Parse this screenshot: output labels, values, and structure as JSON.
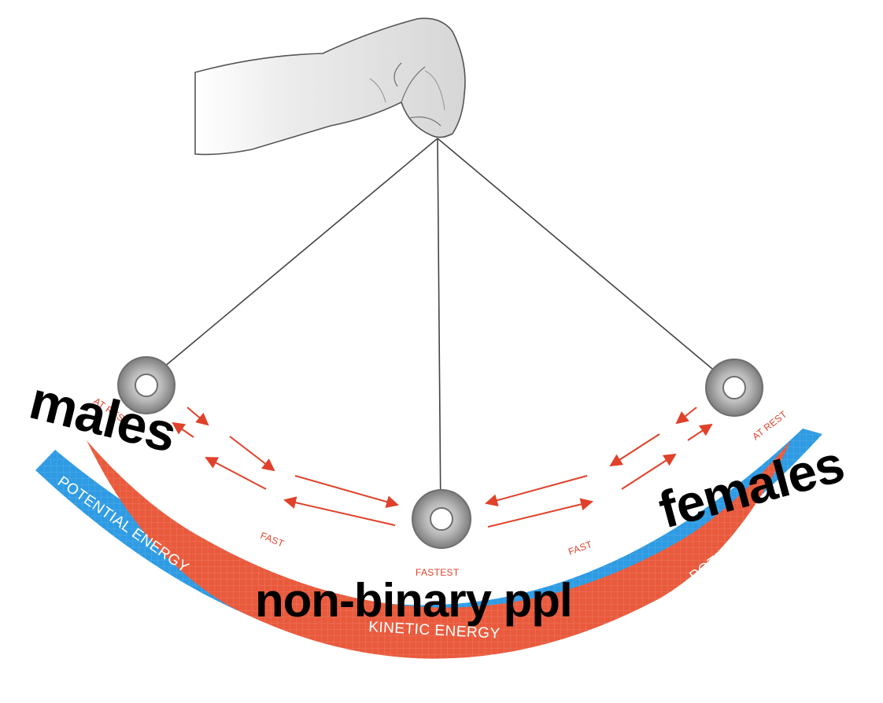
{
  "meme_labels": {
    "left": "males",
    "center": "non-binary ppl",
    "right": "females"
  },
  "diagram": {
    "left_rest": "AT REST",
    "right_rest": "AT REST",
    "left_fast": "FAST",
    "right_fast": "FAST",
    "bottom_fastest": "FASTEST",
    "left_energy": "POTENTIAL ENERGY",
    "right_energy": "POTENTIAL ENERGY",
    "bottom_energy": "KINETIC ENERGY"
  },
  "colors": {
    "potential": "#2e9be3",
    "kinetic": "#e95a3c",
    "arrow": "#e0412a",
    "string": "#444444",
    "bob": "#9a9a9a"
  }
}
